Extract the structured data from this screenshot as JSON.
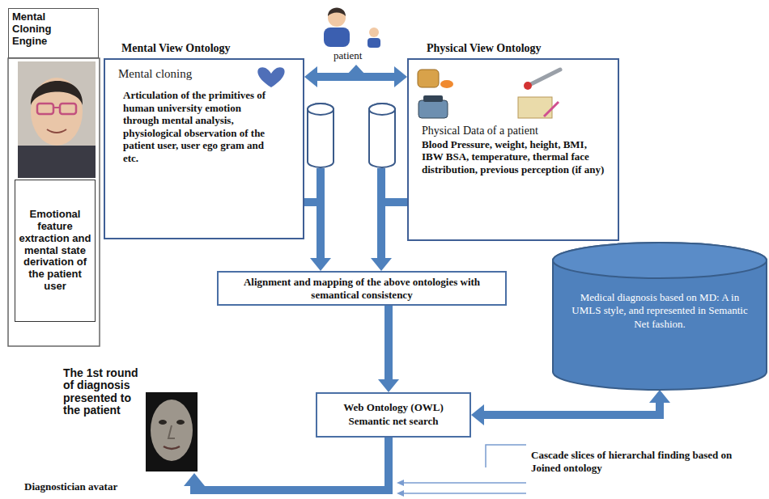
{
  "diagram": {
    "nodes": [
      {
        "text": [
          "Mental Cloning Engine"
        ]
      },
      {
        "text": [
          "Emotional feature extraction and mental state derivation of the patient user"
        ]
      },
      {
        "text": [
          "Mental View Ontology",
          "Mental cloning",
          "Articulation of the primitives of human university emotion through mental analysis, physiological observation of the patient user, user ego gram and etc."
        ]
      },
      {
        "text": [
          "Physical View Ontology",
          "Physical Data of a patient",
          "Blood Pressure, weight, height, BMI, IBW BSA, temperature, thermal face distribution, previous perception (if any)"
        ]
      },
      {
        "text": [
          "Alignment and mapping of the above ontologies with semantical consistency"
        ]
      },
      {
        "text": [
          "Medical diagnosis based on MD: A in UMLS style, and represented in Semantic Net fashion."
        ]
      },
      {
        "text": [
          "Web Ontology (OWL) Semantic net search"
        ]
      },
      {
        "text": [
          "The 1st round of diagnosis presented to the patient"
        ]
      }
    ],
    "edges": [
      {
        "from": 2,
        "to": 3,
        "arrow": "both"
      },
      {
        "from": 2,
        "to": 4,
        "arrow": "to"
      },
      {
        "from": 3,
        "to": 4,
        "arrow": "to"
      },
      {
        "from": 4,
        "to": 6,
        "arrow": "to"
      },
      {
        "from": 5,
        "to": 6,
        "arrow": "both"
      },
      {
        "from": 6,
        "to": 7,
        "arrow": "to"
      }
    ],
    "labels": [
      "patient",
      "Diagnostician avatar",
      "Cascade slices of hierarchal finding based on Joined ontology"
    ]
  }
}
